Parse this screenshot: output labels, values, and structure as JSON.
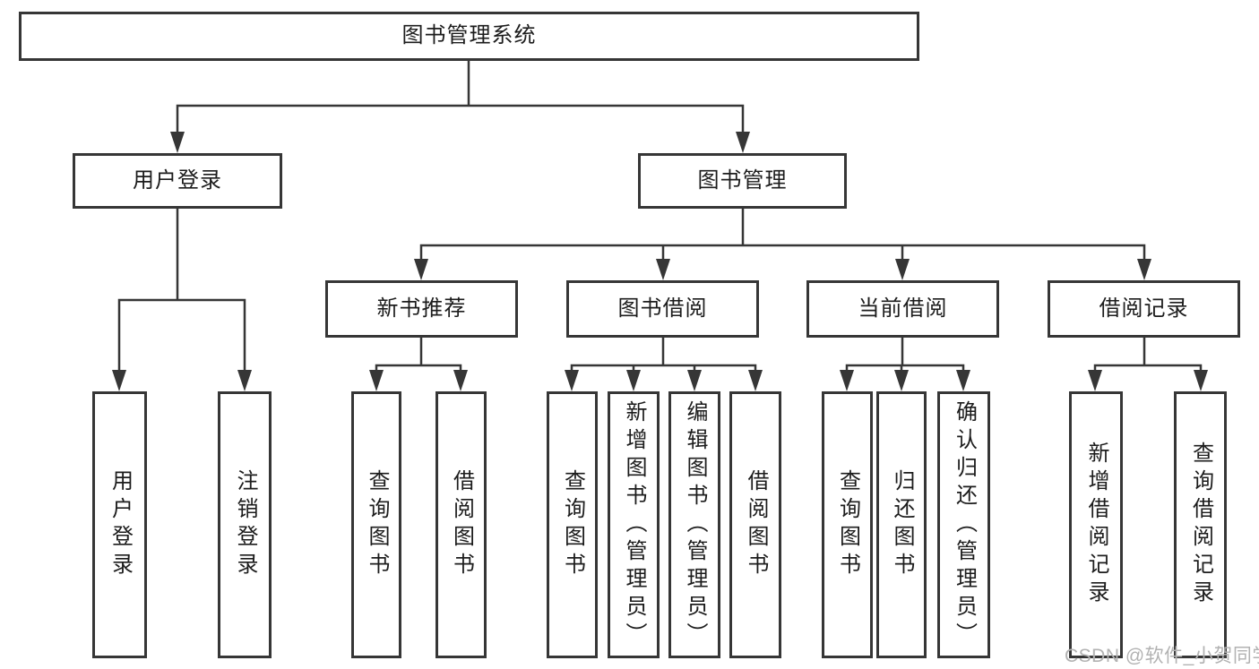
{
  "diagram": {
    "title": "图书管理系统",
    "branches": [
      {
        "label": "用户登录",
        "children": [
          {
            "label": "用户登录"
          },
          {
            "label": "注销登录"
          }
        ]
      },
      {
        "label": "图书管理",
        "children": [
          {
            "label": "新书推荐",
            "children": [
              {
                "label": "查询图书"
              },
              {
                "label": "借阅图书"
              }
            ]
          },
          {
            "label": "图书借阅",
            "children": [
              {
                "label": "查询图书"
              },
              {
                "label": "新增图书（管理员）"
              },
              {
                "label": "编辑图书（管理员）"
              },
              {
                "label": "借阅图书"
              }
            ]
          },
          {
            "label": "当前借阅",
            "children": [
              {
                "label": "查询图书"
              },
              {
                "label": "归还图书"
              },
              {
                "label": "确认归还（管理员）"
              }
            ]
          },
          {
            "label": "借阅记录",
            "children": [
              {
                "label": "新增借阅记录"
              },
              {
                "label": "查询借阅记录"
              }
            ]
          }
        ]
      }
    ]
  },
  "watermark": "CSDN @软件_小贺同学",
  "colors": {
    "line": "#363636",
    "text": "#1c1c1c",
    "watermark": "#b2b2b2",
    "background": "#ffffff"
  }
}
